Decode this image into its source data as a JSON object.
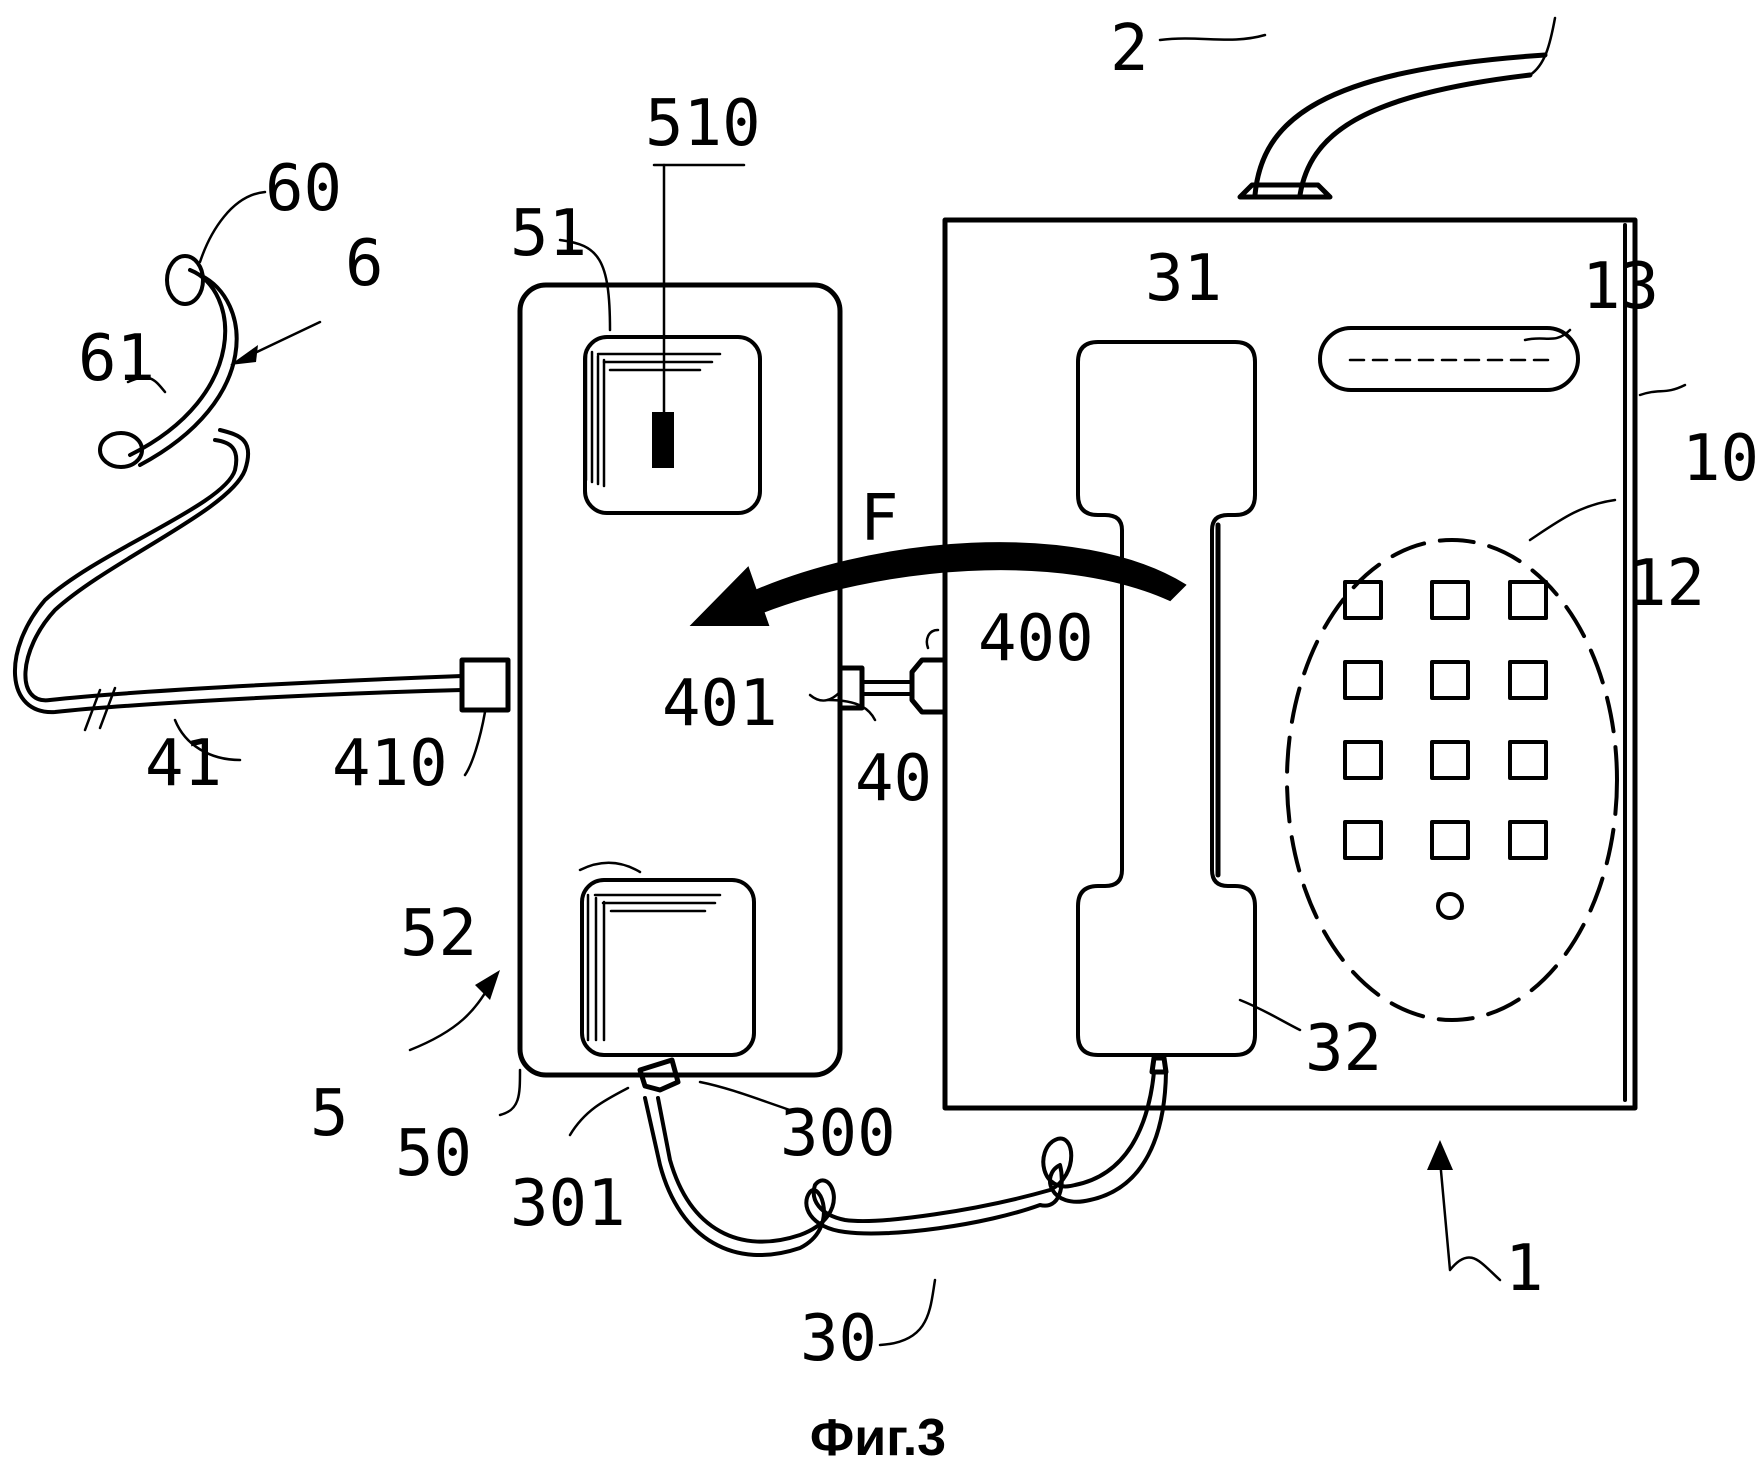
{
  "caption": "Фиг.3",
  "labels": {
    "l1": "1",
    "l2": "2",
    "l5": "5",
    "l6": "6",
    "l10": "10",
    "l12": "12",
    "l13": "13",
    "l30": "30",
    "l31": "31",
    "l32": "32",
    "l40": "40",
    "l41": "41",
    "l50": "50",
    "l51": "51",
    "l52": "52",
    "l60": "60",
    "l61": "61",
    "l300": "300",
    "l301": "301",
    "l400": "400",
    "l401": "401",
    "l410": "410",
    "l510": "510",
    "lF": "F"
  }
}
